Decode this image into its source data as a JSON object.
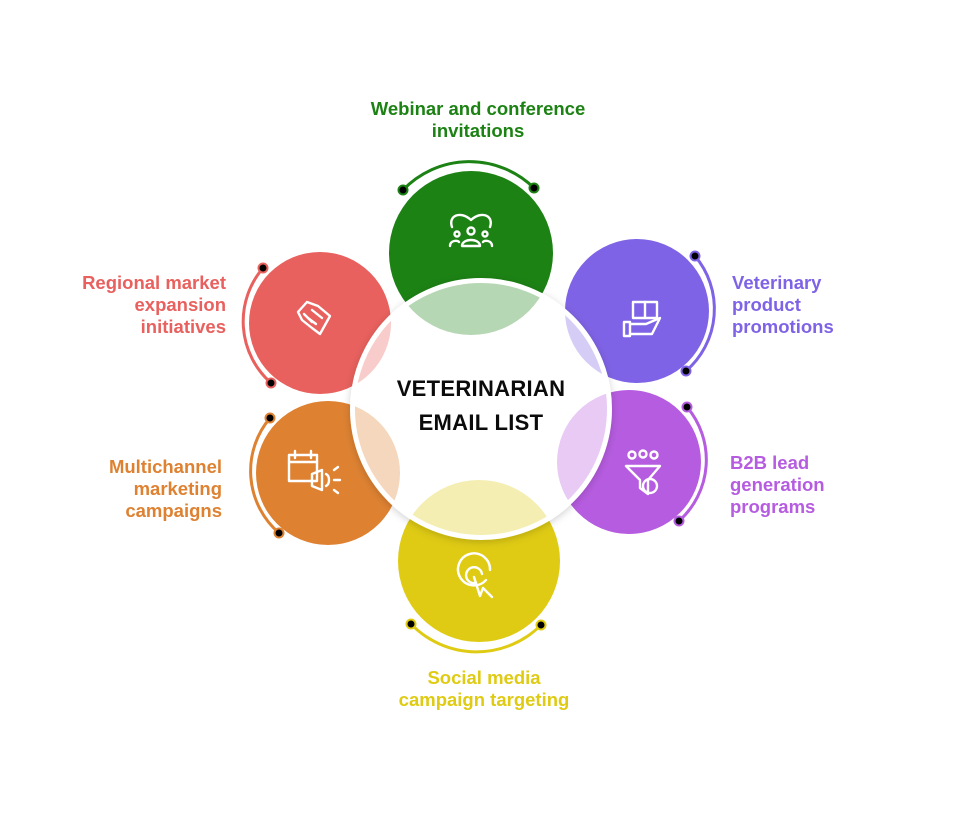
{
  "center": {
    "line1": "VETERINARIAN",
    "line2": "EMAIL LIST"
  },
  "items": [
    {
      "id": "webinar",
      "line1": "Webinar and conference",
      "line2": "invitations",
      "color": "#1c8214",
      "icon": "group-heart-icon"
    },
    {
      "id": "vet-product",
      "line1": "Veterinary",
      "line2": "product",
      "line3": "promotions",
      "color": "#7f63e6",
      "icon": "hand-box-icon"
    },
    {
      "id": "b2b",
      "line1": "B2B lead",
      "line2": "generation",
      "line3": "programs",
      "color": "#b65ce0",
      "icon": "funnel-people-icon"
    },
    {
      "id": "social",
      "line1": "Social media",
      "line2": "campaign targeting",
      "color": "#dfcb14",
      "icon": "target-cursor-icon"
    },
    {
      "id": "multichannel",
      "line1": "Multichannel",
      "line2": "marketing",
      "line3": "campaigns",
      "color": "#de8232",
      "icon": "calendar-megaphone-icon"
    },
    {
      "id": "regional",
      "line1": "Regional market",
      "line2": "expansion",
      "line3": "initiatives",
      "color": "#e8615e",
      "icon": "handshake-icon"
    }
  ]
}
